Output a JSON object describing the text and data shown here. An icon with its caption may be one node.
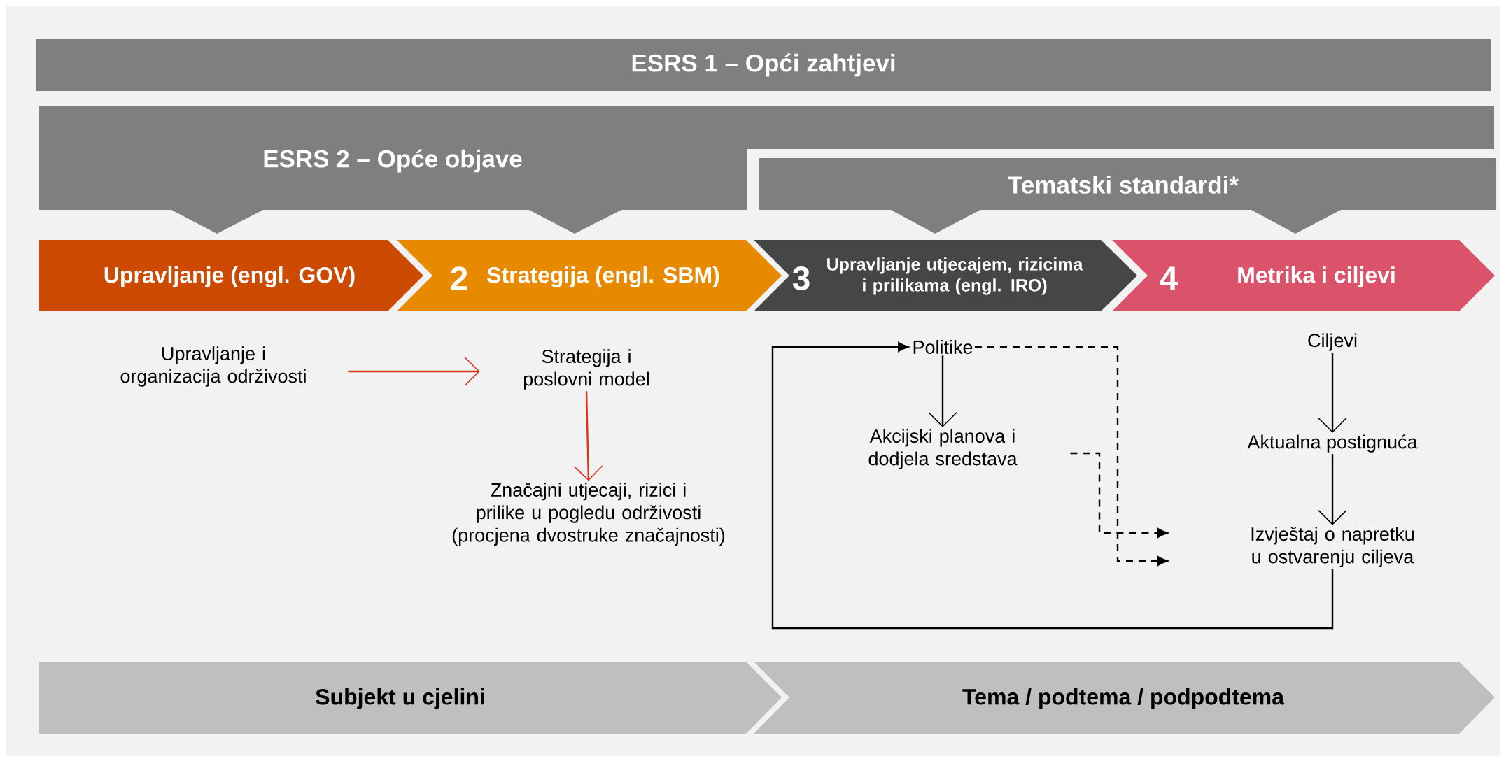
{
  "diagram": {
    "nodes": [
      {
        "text": [
          "ESRS 1 – Opći zahtjevi"
        ]
      },
      {
        "text": [
          "ESRS 2 – Opće objave"
        ]
      },
      {
        "text": [
          "Tematski standardi*"
        ]
      },
      {
        "text": [
          "Upravljanje (engl. GOV)"
        ]
      },
      {
        "text": [
          "2",
          "Strategija (engl. SBM)"
        ]
      },
      {
        "text": [
          "3",
          "Upravljanje utjecajem, rizicima i prilikama (engl. IRO)"
        ]
      },
      {
        "text": [
          "4",
          "Metrika i ciljevi"
        ]
      },
      {
        "text": [
          "Upravljanje i organizacija održivosti"
        ]
      },
      {
        "text": [
          "Strategija i poslovni model"
        ]
      },
      {
        "text": [
          "Značajni utjecaji, rizici i prilike u pogledu održivosti (procjena dvostruke značajnosti)"
        ]
      },
      {
        "text": [
          "Politike"
        ]
      },
      {
        "text": [
          "Akcijski planova i dodjela sredstava"
        ]
      },
      {
        "text": [
          "Ciljevi"
        ]
      },
      {
        "text": [
          "Aktualna postignuća"
        ]
      },
      {
        "text": [
          "Izvještaj o napretku u ostvarenju ciljeva"
        ]
      },
      {
        "text": [
          "Subjekt u cjelini"
        ]
      },
      {
        "text": [
          "Tema / podtema / podpodtema"
        ]
      }
    ],
    "edges": [
      {
        "from": 7,
        "to": 8,
        "arrow": "to",
        "color": "#e0301e"
      },
      {
        "from": 8,
        "to": 9,
        "arrow": "to",
        "color": "#e0301e"
      },
      {
        "from": 10,
        "to": 11,
        "arrow": "to"
      },
      {
        "from": 12,
        "to": 13,
        "arrow": "to"
      },
      {
        "from": 13,
        "to": 14,
        "arrow": "to"
      },
      {
        "from": 10,
        "to": 14,
        "arrow": "to",
        "style": "dashed"
      },
      {
        "from": 11,
        "to": 14,
        "arrow": "to",
        "style": "dashed"
      },
      {
        "from": 14,
        "to": 10,
        "arrow": "to"
      }
    ]
  }
}
